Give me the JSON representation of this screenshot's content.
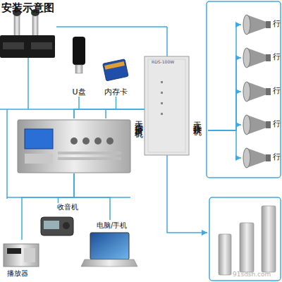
{
  "diagram": {
    "title": "安装示意图",
    "nodes": [
      {
        "text": [
          "U盘"
        ]
      },
      {
        "text": [
          "内存卡"
        ]
      },
      {
        "text": [
          "无线广播发射机"
        ]
      },
      {
        "text": [
          "无线接收机",
          "RDS-100W"
        ]
      },
      {
        "text": [
          "行"
        ]
      },
      {
        "text": [
          "行"
        ]
      },
      {
        "text": [
          "行"
        ]
      },
      {
        "text": [
          "行"
        ]
      },
      {
        "text": [
          "行"
        ]
      },
      {
        "text": [
          "收音机"
        ]
      },
      {
        "text": [
          "电脑/手机"
        ]
      },
      {
        "text": [
          "播放器"
        ]
      }
    ],
    "edges": [
      {
        "from": 0,
        "to": 2,
        "arrow": "none"
      },
      {
        "from": 1,
        "to": 2,
        "arrow": "none"
      },
      {
        "from": 9,
        "to": 2,
        "arrow": "none"
      },
      {
        "from": 10,
        "to": 2,
        "arrow": "none"
      },
      {
        "from": 11,
        "to": 2,
        "arrow": "none"
      },
      {
        "from": 2,
        "to": 3,
        "arrow": "none"
      },
      {
        "from": 3,
        "to": 4,
        "arrow": "to"
      },
      {
        "from": 3,
        "to": 5,
        "arrow": "to"
      },
      {
        "from": 3,
        "to": 6,
        "arrow": "to"
      },
      {
        "from": 3,
        "to": 7,
        "arrow": "to"
      },
      {
        "from": 3,
        "to": 8,
        "arrow": "to"
      }
    ],
    "labels": [
      "91sdsh.com"
    ]
  }
}
